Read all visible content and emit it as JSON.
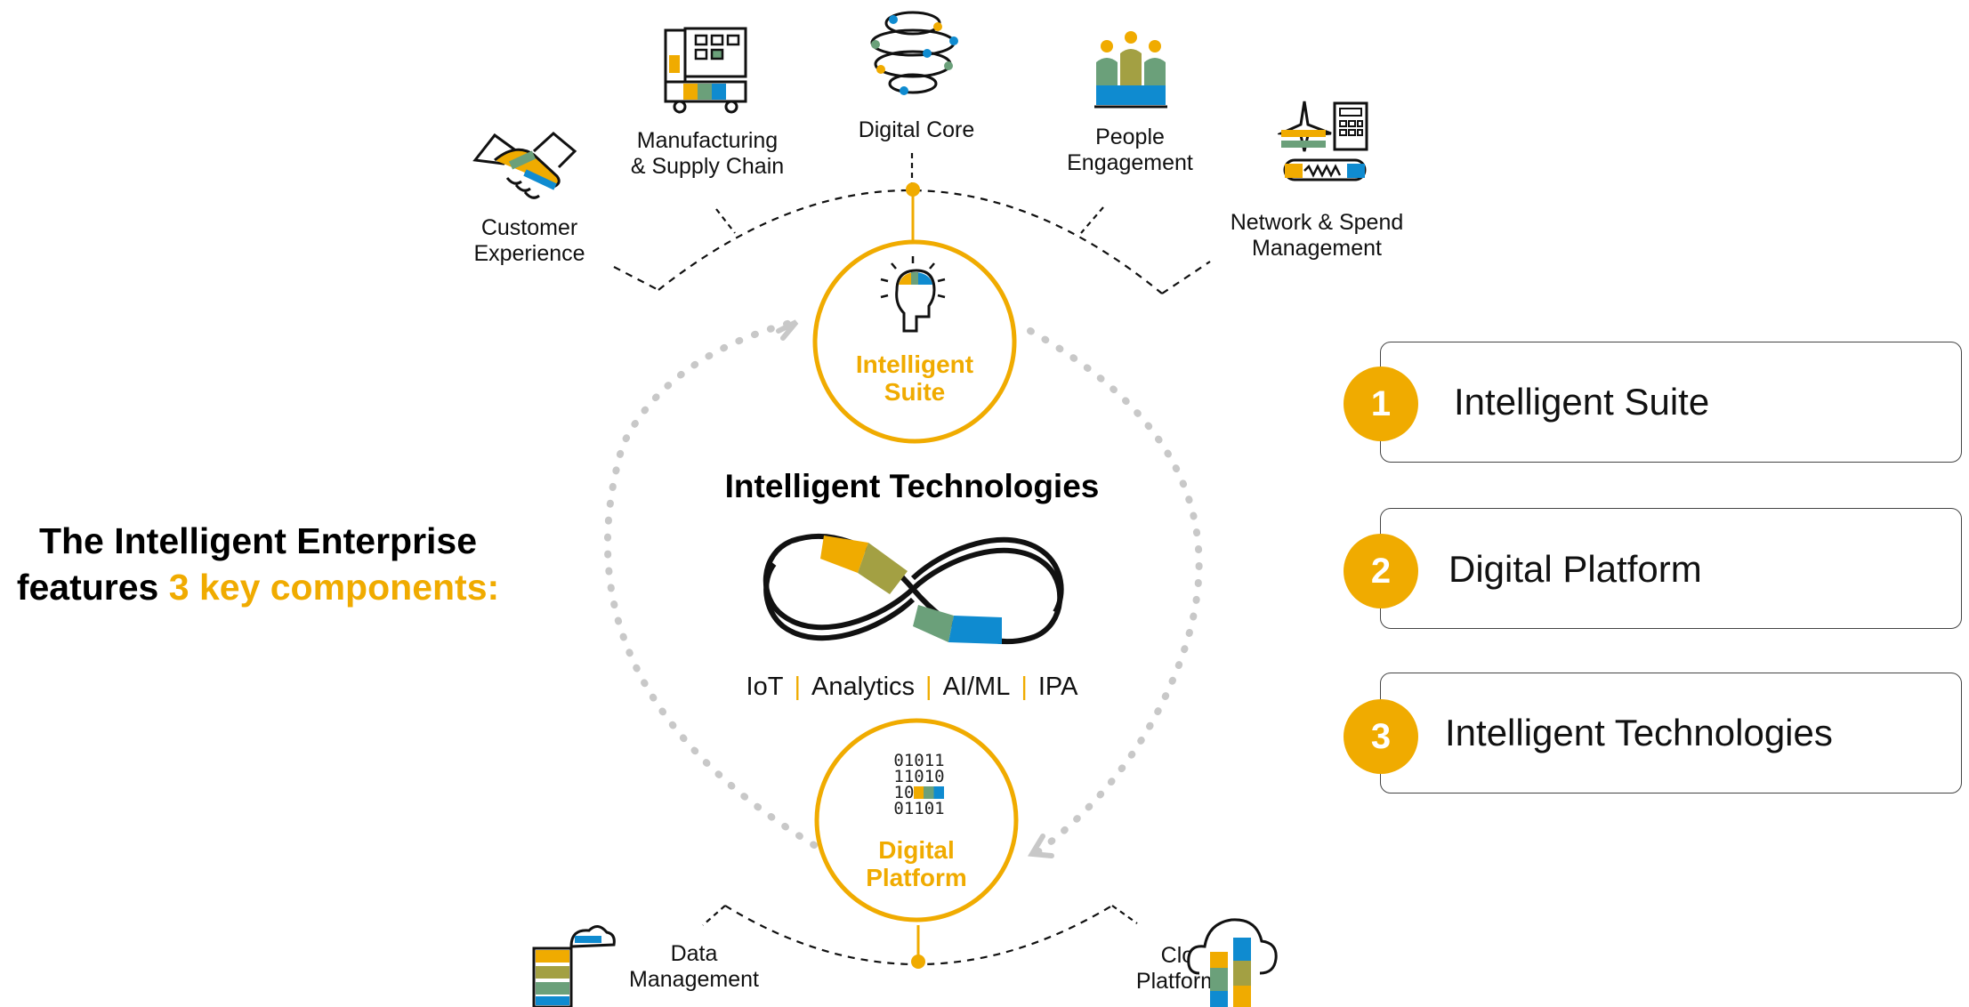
{
  "heading": {
    "line1": "The Intelligent Enterprise",
    "line2_prefix": "features ",
    "line2_accent": "3 key components:"
  },
  "top_labels": {
    "customer_experience": "Customer\nExperience",
    "manufacturing": "Manufacturing\n& Supply Chain",
    "digital_core": "Digital Core",
    "people_engagement": "People\nEngagement",
    "network_spend": "Network & Spend\nManagement"
  },
  "bottom_labels": {
    "data_management": "Data\nManagement",
    "cloud_platform": "Cloud\nPlatform"
  },
  "circles": {
    "suite": {
      "line1": "Intelligent",
      "line2": "Suite"
    },
    "platform": {
      "line1": "Digital",
      "line2": "Platform",
      "binary": [
        "01011",
        "11010",
        "10",
        "01101"
      ]
    }
  },
  "center": {
    "title": "Intelligent Technologies",
    "tech": [
      "IoT",
      "Analytics",
      "AI/ML",
      "IPA"
    ],
    "separator": "|"
  },
  "components": [
    {
      "number": "1",
      "label": "Intelligent Suite"
    },
    {
      "number": "2",
      "label": "Digital Platform"
    },
    {
      "number": "3",
      "label": "Intelligent Technologies"
    }
  ],
  "colors": {
    "accent": "#f0ab00",
    "olive": "#a3a043",
    "teal": "#6ba07a",
    "blue": "#0f8bd0",
    "gray": "#c8c8c8"
  },
  "icons": [
    "handshake-icon",
    "factory-truck-icon",
    "globe-network-icon",
    "people-icon",
    "plane-calculator-icon",
    "head-lightbulb-icon",
    "binary-data-icon",
    "infinity-icon",
    "books-cloud-icon",
    "cloud-bars-icon"
  ]
}
